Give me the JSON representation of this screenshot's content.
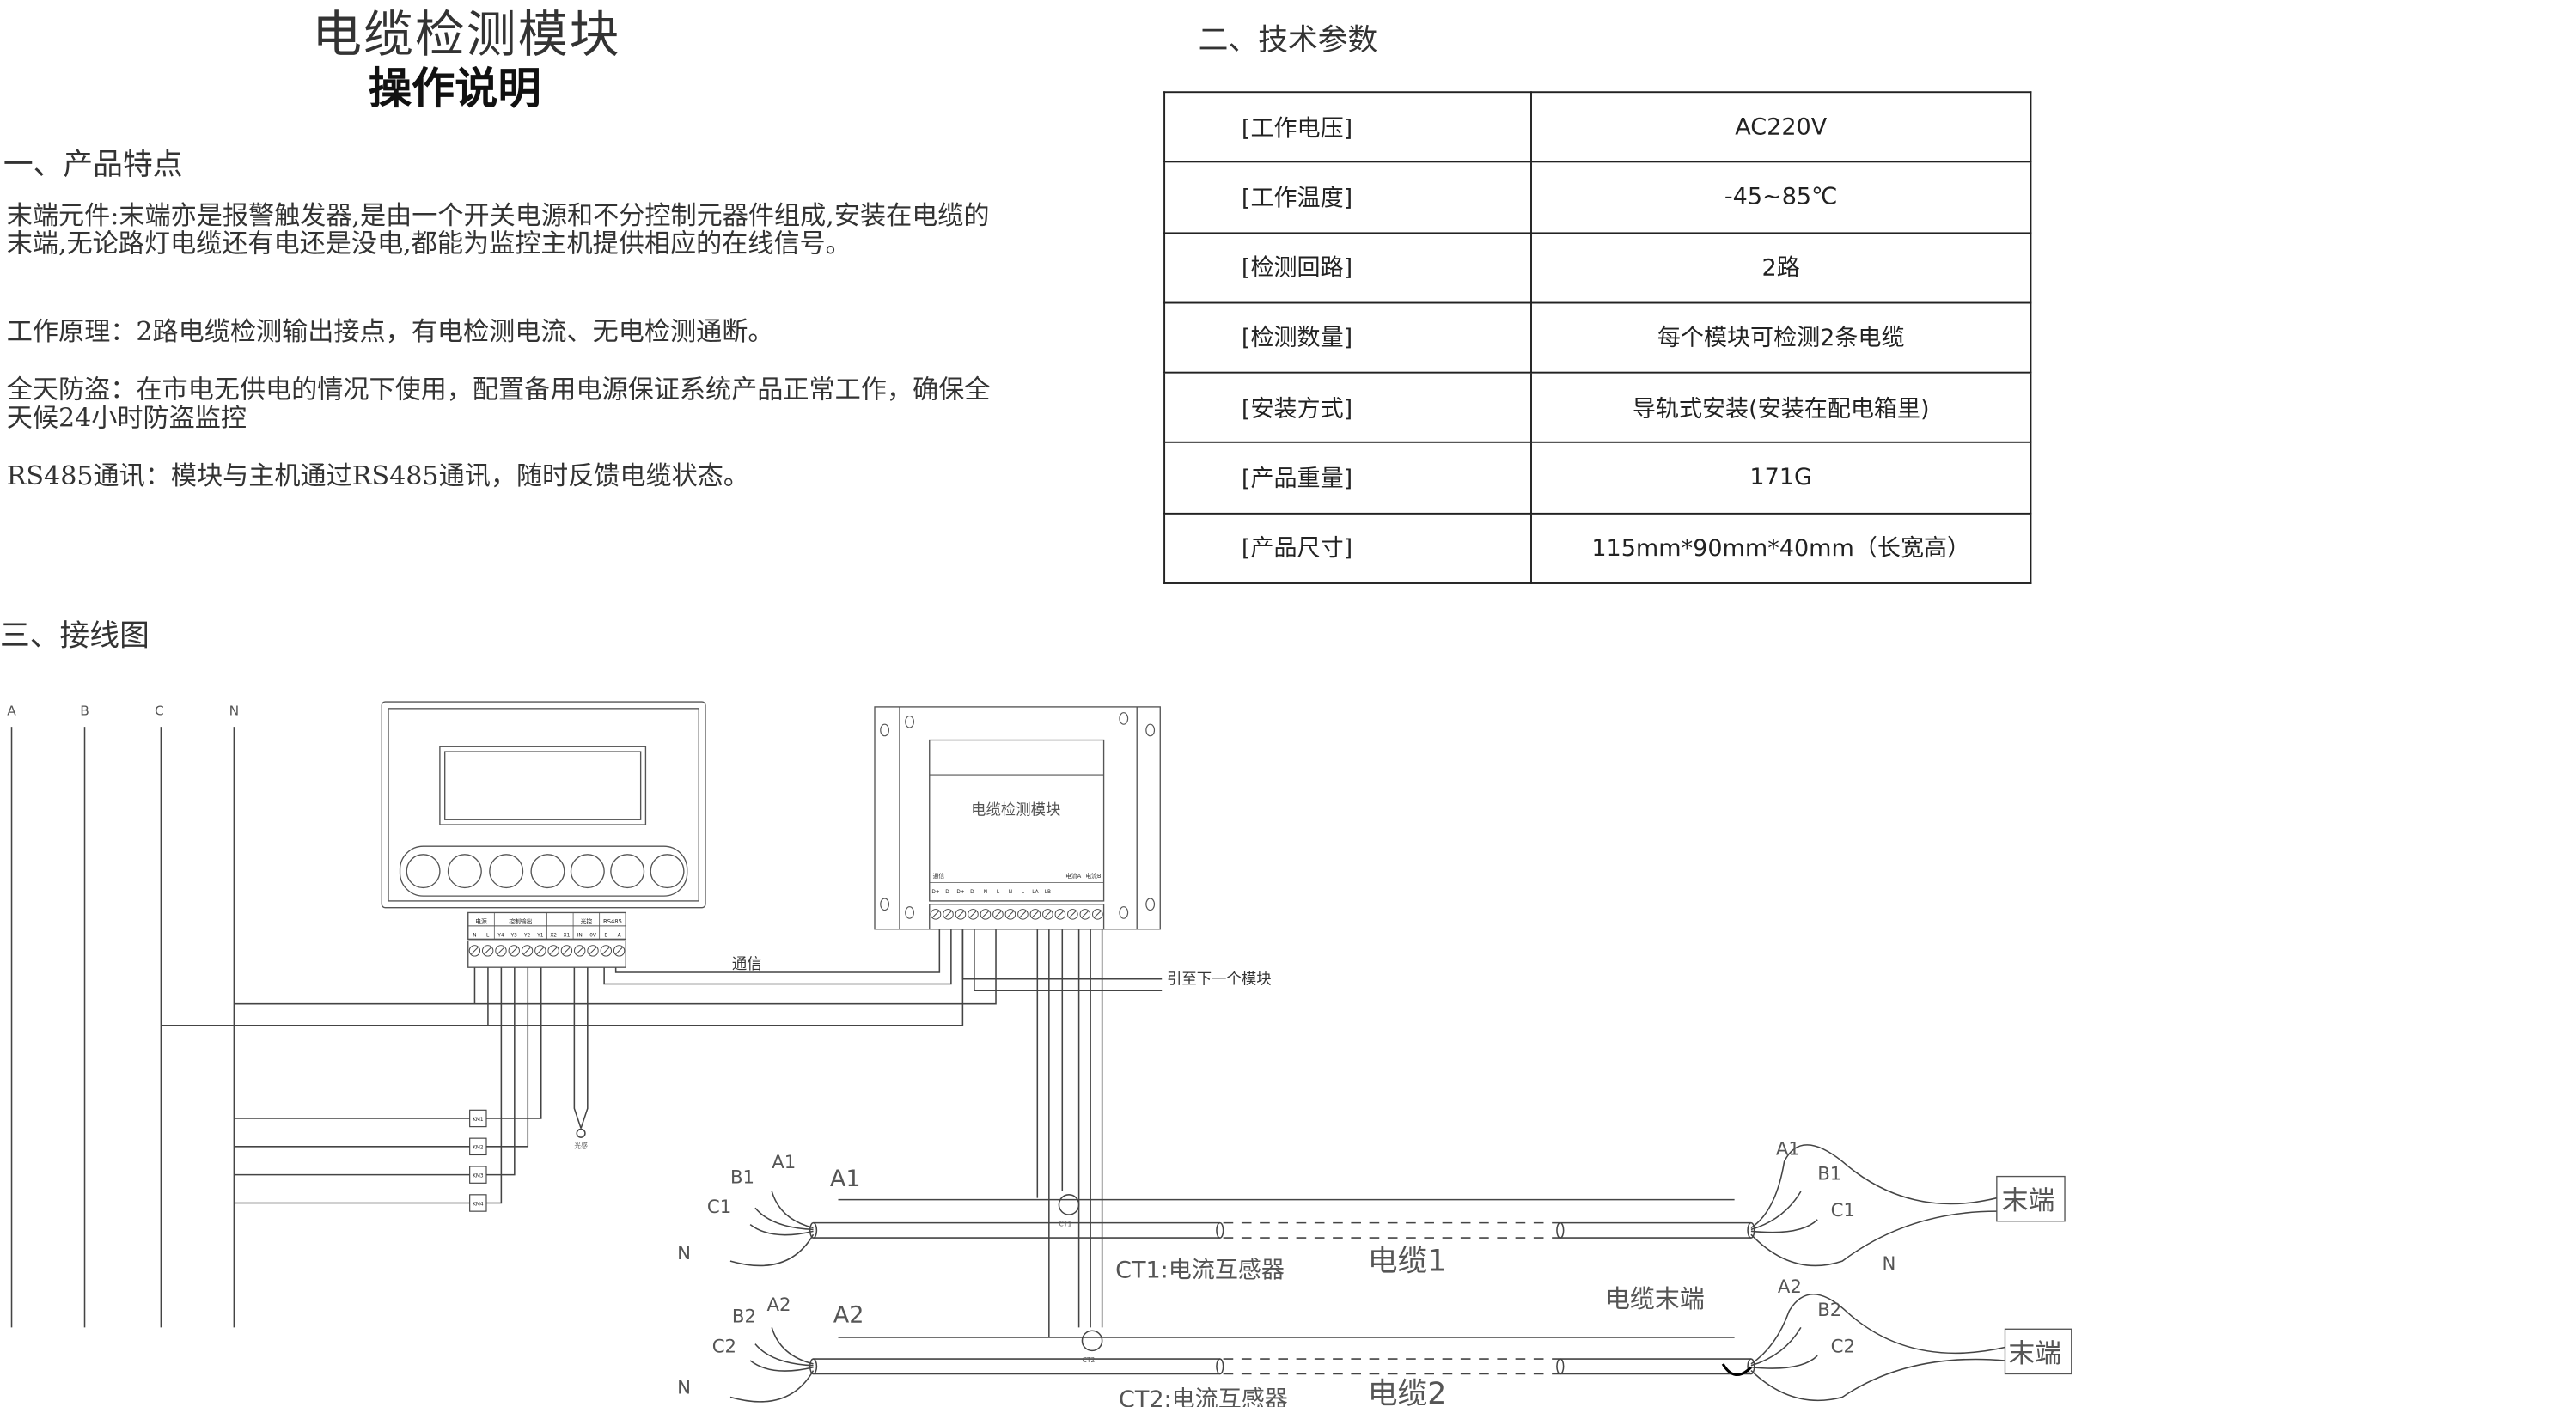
{
  "header": {
    "title": "电缆检测模块",
    "subtitle": "操作说明"
  },
  "section1": {
    "heading": "一、产品特点",
    "paragraphs": [
      "末端元件:末端亦是报警触发器,是由一个开关电源和不分控制元器件组成,安装在电缆的末端,无论路灯电缆还有电还是没电,都能为监控主机提供相应的在线信号。",
      "工作原理：2路电缆检测输出接点，有电检测电流、无电检测通断。",
      "全天防盗：在市电无供电的情况下使用，配置备用电源保证系统产品正常工作，确保全天候24小时防盗监控",
      "RS485通讯：模块与主机通过RS485通讯，随时反馈电缆状态。"
    ]
  },
  "section2": {
    "heading": "二、技术参数",
    "rows": [
      {
        "key": "[工作电压]",
        "value": "AC220V"
      },
      {
        "key": "[工作温度]",
        "value": "-45~85℃"
      },
      {
        "key": "[检测回路]",
        "value": "2路"
      },
      {
        "key": "[检测数量]",
        "value": "每个模块可检测2条电缆"
      },
      {
        "key": "[安装方式]",
        "value": "导轨式安装(安装在配电箱里)"
      },
      {
        "key": "[产品重量]",
        "value": "171G"
      },
      {
        "key": "[产品尺寸]",
        "value": "115mm*90mm*40mm（长宽高）"
      }
    ]
  },
  "section3": {
    "heading": "三、接线图",
    "phases": [
      "A",
      "B",
      "C",
      "N"
    ],
    "controller": {
      "groups": [
        "电源",
        "控制输出",
        "",
        "光控",
        "RS485"
      ],
      "terminals": [
        "N",
        "L",
        "Y4",
        "Y3",
        "Y2",
        "Y1",
        "X2",
        "X1",
        "IN",
        "0V",
        "B",
        "A"
      ]
    },
    "contactors": [
      "KM1",
      "KM2",
      "KM3",
      "KM4"
    ],
    "light_sensor": "光感",
    "module": {
      "label": "电缆检测模块",
      "comm_label": "通信",
      "current_a": "电流A",
      "current_b": "电流B",
      "terminals": [
        "D+",
        "D-",
        "D+",
        "D-",
        "N",
        "L",
        "N",
        "L",
        "LA",
        "LB"
      ]
    },
    "comm_wire_label": "通信",
    "next_module_label": "引至下一个模块",
    "cable1": {
      "a": "A1",
      "b": "B1",
      "c": "C1",
      "n": "N",
      "ct": "CT1",
      "ct_label": "CT1:电流互感器",
      "name": "电缆1"
    },
    "cable2": {
      "a": "A2",
      "b": "B2",
      "c": "C2",
      "n": "N",
      "ct": "CT2",
      "ct_label": "CT2:电流互感器",
      "name": "电缆2"
    },
    "cable_end_label": "电缆末端",
    "terminal_box_label": "末端"
  }
}
